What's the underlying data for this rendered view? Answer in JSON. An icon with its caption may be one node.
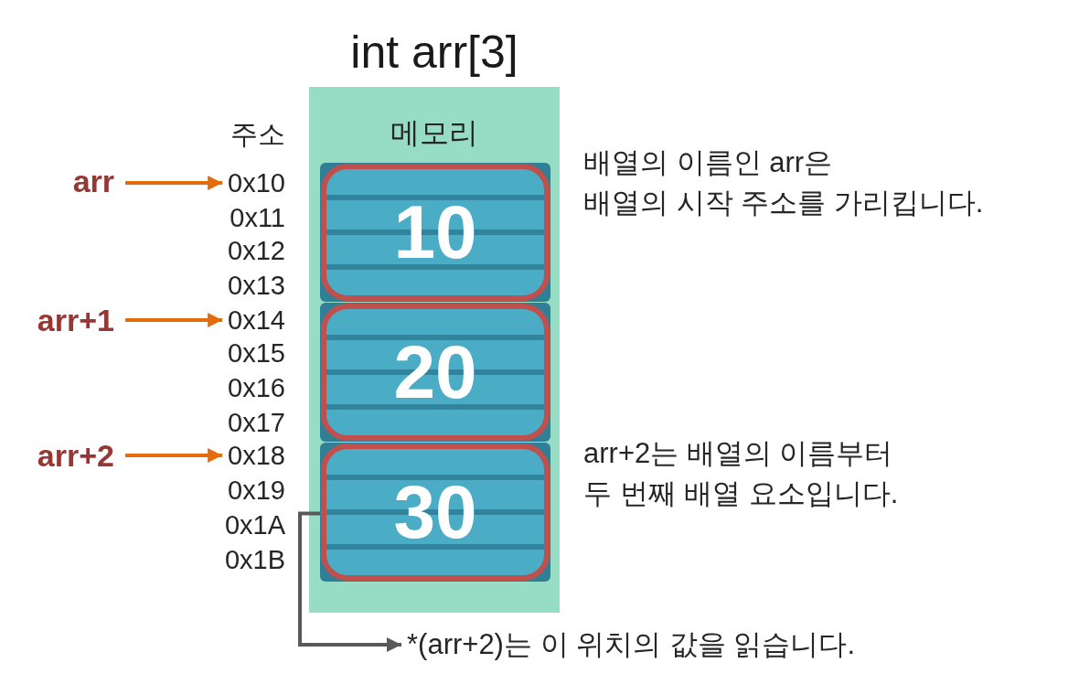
{
  "diagram": {
    "title": "int arr[3]",
    "nodes": [
      {
        "text": [
          "메모리"
        ]
      },
      {
        "text": [
          "10"
        ],
        "in": 0
      },
      {
        "text": [
          "20"
        ],
        "in": 0
      },
      {
        "text": [
          "30"
        ],
        "in": 0
      },
      {
        "text": [
          "arr"
        ]
      },
      {
        "text": [
          "0x10"
        ]
      },
      {
        "text": [
          "arr+1"
        ]
      },
      {
        "text": [
          "0x14"
        ]
      },
      {
        "text": [
          "arr+2"
        ]
      },
      {
        "text": [
          "0x18"
        ]
      },
      {
        "text": [
          "*(arr+2)는 이 위치의 값을 읽습니다."
        ]
      }
    ],
    "edges": [
      {
        "from": 4,
        "to": 5,
        "arrow": "to"
      },
      {
        "from": 6,
        "to": 7,
        "arrow": "to"
      },
      {
        "from": 8,
        "to": 9,
        "arrow": "to"
      },
      {
        "from": 3,
        "to": 10,
        "arrow": "to",
        "color": "#595959"
      }
    ],
    "labels": [
      "주소",
      "0x11",
      "0x12",
      "0x13",
      "0x15",
      "0x16",
      "0x17",
      "0x19",
      "0x1A",
      "0x1B",
      "배열의 이름인 arr은 배열의 시작 주소를 가리킵니다.",
      "arr+2는 배열의 이름부터 두 번째 배열 요소입니다."
    ]
  }
}
